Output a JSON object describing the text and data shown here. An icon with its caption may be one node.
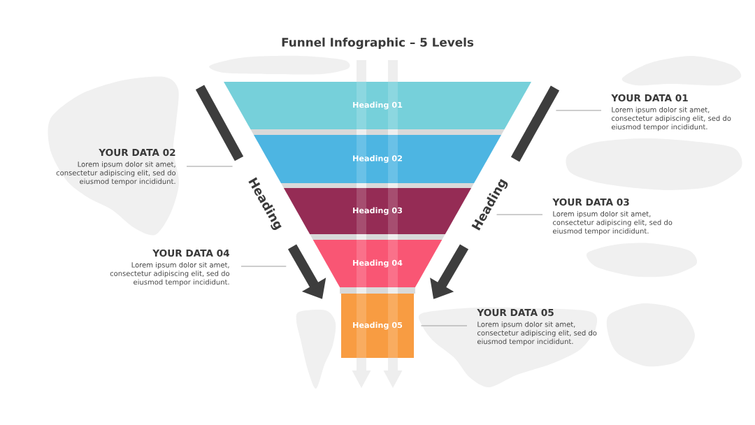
{
  "diagram": {
    "title": "Funnel Infographic – 5 Levels",
    "nodes": [
      {
        "text": [
          "Heading 01"
        ]
      },
      {
        "text": [
          "Heading 02"
        ]
      },
      {
        "text": [
          "Heading 03"
        ]
      },
      {
        "text": [
          "Heading 04"
        ]
      },
      {
        "text": [
          "Heading 05"
        ]
      },
      {
        "text": [
          "YOUR DATA 01",
          "Lorem ipsum dolor sit amet, consectetur adipiscing elit, sed do eiusmod tempor incididunt."
        ]
      },
      {
        "text": [
          "YOUR DATA 02",
          "Lorem ipsum dolor sit amet, consectetur adipiscing elit, sed do eiusmod tempor incididunt."
        ]
      },
      {
        "text": [
          "YOUR DATA 03",
          "Lorem ipsum dolor sit amet, consectetur adipiscing elit, sed do eiusmod tempor incididunt."
        ]
      },
      {
        "text": [
          "YOUR DATA 04",
          "Lorem ipsum dolor sit amet, consectetur adipiscing elit, sed do eiusmod tempor incididunt."
        ]
      },
      {
        "text": [
          "YOUR DATA 05",
          "Lorem ipsum dolor sit amet, consectetur adipiscing elit, sed do eiusmod tempor incididunt."
        ]
      }
    ],
    "edges": [
      {
        "from": 5,
        "to": 0,
        "arrow": "none"
      },
      {
        "from": 6,
        "to": 1,
        "arrow": "none"
      },
      {
        "from": 7,
        "to": 2,
        "arrow": "none"
      },
      {
        "from": 8,
        "to": 3,
        "arrow": "none"
      },
      {
        "from": 9,
        "to": 4,
        "arrow": "none"
      }
    ],
    "labels": [
      "Heading",
      "Heading"
    ]
  }
}
